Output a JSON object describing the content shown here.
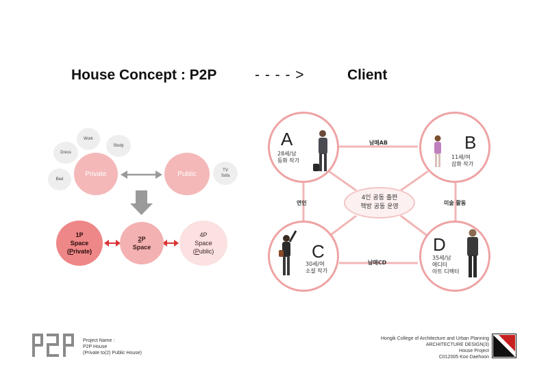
{
  "header": {
    "title": "House Concept : P2P",
    "arrow": "- - - - >",
    "client": "Client"
  },
  "concept": {
    "bubbles": {
      "work": "Work",
      "dress": "Dress",
      "study": "Study",
      "bed": "Bed",
      "tv_sofa": "TV\nSofa"
    },
    "private": "Private",
    "public": "Public",
    "spaces": {
      "p1": {
        "top": "1P",
        "mid": "Space",
        "bottom_pre": "(",
        "bottom_u": "P",
        "bottom_post": "rivate)"
      },
      "p2": {
        "top_u": "2",
        "top_post": "P",
        "mid": "Space"
      },
      "p4": {
        "top": "4P",
        "mid": "Space",
        "bottom_pre": "(",
        "bottom_u": "P",
        "bottom_post": "ublic)"
      }
    }
  },
  "client_diagram": {
    "a": {
      "letter": "A",
      "desc1": "28세/남",
      "desc2": "동화 작가"
    },
    "b": {
      "letter": "B",
      "desc1": "11세/여",
      "desc2": "삽화 작가"
    },
    "c": {
      "letter": "C",
      "desc1": "30세/여",
      "desc2": "소설 작가"
    },
    "d": {
      "letter": "D",
      "desc1": "35세/남",
      "desc2": "에디터",
      "desc3": "아트 디렉터"
    },
    "center1": "4인 공동 출판",
    "center2": "책방 공동 운영",
    "rel_ab": "남매AB",
    "rel_cd": "남매CD",
    "rel_ac": "연인",
    "rel_bd": "미술 활동"
  },
  "footer": {
    "logo": "P2P",
    "project_label": "Project Name :",
    "project_name": "P2P House",
    "project_sub": "(Private to(2) Public House)",
    "school": "Hongik College of Architecture and Urban Planning",
    "course": "ARCHITECTURE DESIGN(3)",
    "project": "House Project",
    "student": "C012005 Koo Daehoon"
  },
  "colors": {
    "ring": "#eea3a3",
    "link": "#f2b6b6",
    "arrow_red": "#d93535",
    "arrow_gray": "#9a9a9a"
  }
}
